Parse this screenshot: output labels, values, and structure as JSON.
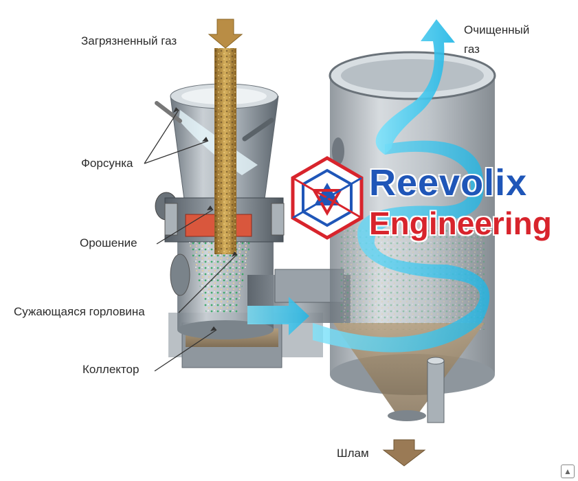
{
  "labels": {
    "dirty_gas": "Загрязненный газ",
    "clean_gas_line1": "Очищенный",
    "clean_gas_line2": "газ",
    "nozzle": "Форсунка",
    "irrigation": "Орошение",
    "throat": "Сужающаяся горловина",
    "collector": "Коллектор",
    "sludge": "Шлам"
  },
  "brand": {
    "name": "Reevolix",
    "subtitle": "Engineering"
  },
  "colors": {
    "brand_blue": "#1f56b8",
    "brand_red": "#d8242c",
    "gas_flow": "#35c8ee",
    "dirty_gas": "#b8893a",
    "metal": "#9aa3ab"
  }
}
